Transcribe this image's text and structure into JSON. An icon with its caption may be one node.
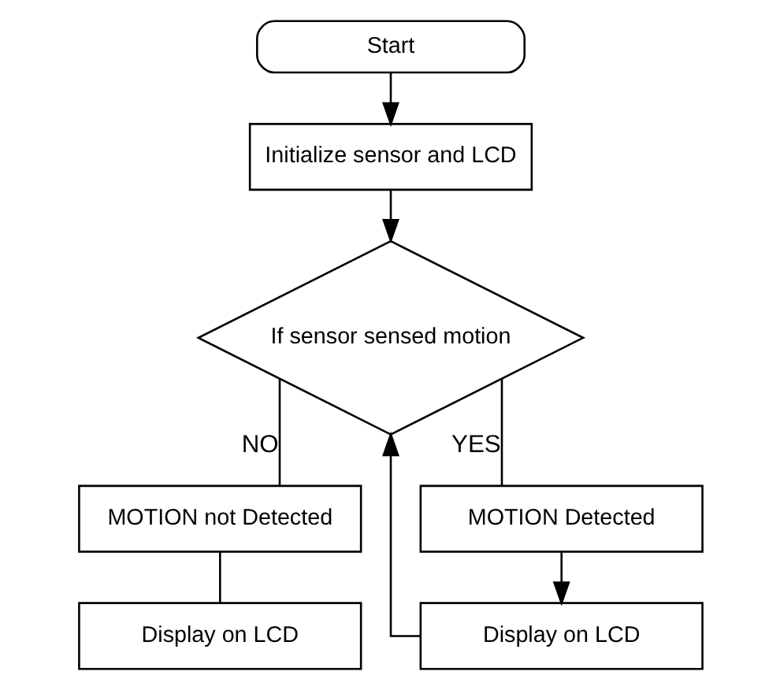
{
  "diagram": {
    "nodes": [
      {
        "text": [
          "Start"
        ]
      },
      {
        "text": [
          "Initialize sensor and LCD"
        ]
      },
      {
        "text": [
          "If sensor sensed motion"
        ]
      },
      {
        "text": [
          "MOTION not Detected"
        ]
      },
      {
        "text": [
          "MOTION Detected"
        ]
      },
      {
        "text": [
          "Display on LCD"
        ]
      },
      {
        "text": [
          "Display on LCD"
        ]
      }
    ],
    "edges": [
      {
        "from": 0,
        "to": 1,
        "arrow": "to"
      },
      {
        "from": 1,
        "to": 2,
        "arrow": "to"
      },
      {
        "from": 2,
        "to": 3,
        "arrow": "none",
        "label": "NO"
      },
      {
        "from": 2,
        "to": 4,
        "arrow": "none",
        "label": "YES"
      },
      {
        "from": 3,
        "to": 5,
        "arrow": "none"
      },
      {
        "from": 4,
        "to": 6,
        "arrow": "to"
      },
      {
        "from": 6,
        "to": 2,
        "arrow": "to"
      }
    ]
  }
}
